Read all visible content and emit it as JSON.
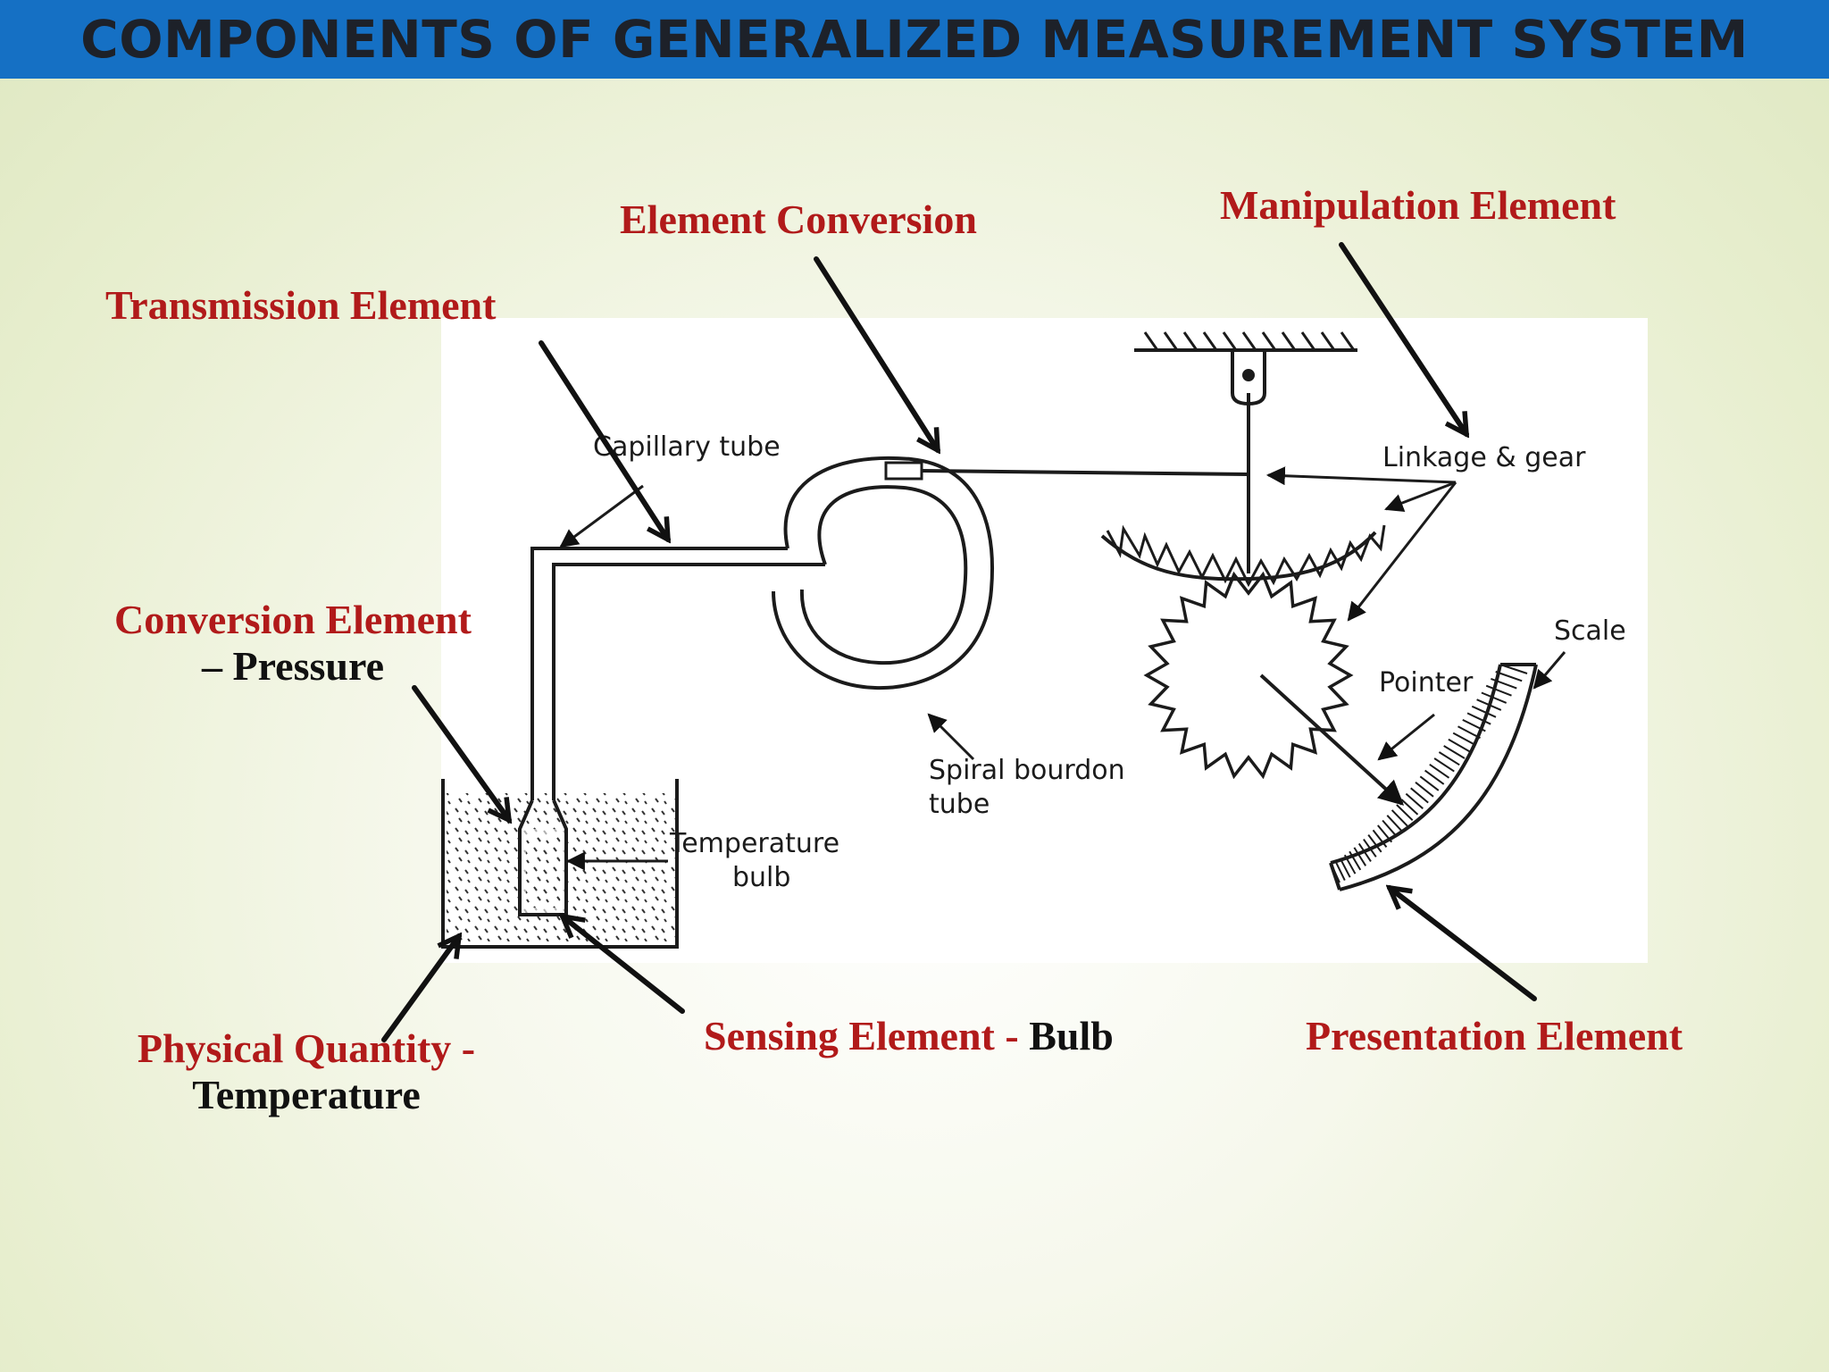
{
  "slide": {
    "title": "COMPONENTS OF GENERALIZED MEASUREMENT SYSTEM"
  },
  "labels": {
    "element_conversion": "Element Conversion",
    "manipulation_element": "Manipulation Element",
    "transmission_element": "Transmission Element",
    "conversion_element": "Conversion Element",
    "conversion_element_sub": "– Pressure",
    "physical_quantity": "Physical Quantity -",
    "physical_quantity_sub": "Temperature",
    "sensing_element": "Sensing Element -",
    "sensing_element_sub": "Bulb",
    "presentation_element": "Presentation Element"
  },
  "diagram_text": {
    "capillary_tube": "Capillary tube",
    "linkage_gear": "Linkage & gear",
    "scale": "Scale",
    "pointer": "Pointer",
    "spiral_line1": "Spiral bourdon",
    "spiral_line2": "tube",
    "temp_line1": "Temperature",
    "temp_line2": "bulb"
  },
  "colors": {
    "header_bg": "#1570c4",
    "header_text": "#1d2129",
    "label_red": "#b11a1a",
    "label_black": "#111111"
  }
}
